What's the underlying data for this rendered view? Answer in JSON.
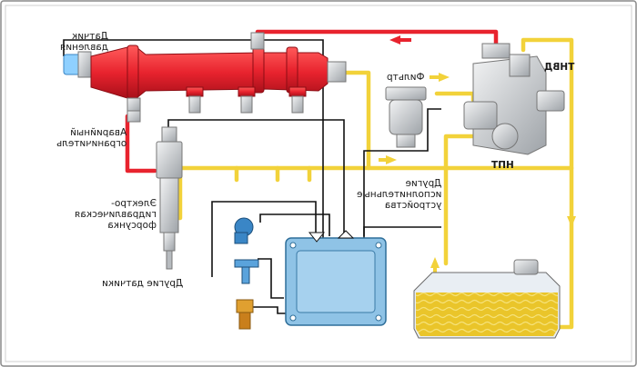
{
  "labels": {
    "pressure_sensor": [
      "Датчик",
      "давления"
    ],
    "limiter": [
      "Аварийный",
      "ограничитель"
    ],
    "injector": [
      "Электро-",
      "гидравлическая",
      "форсунка"
    ],
    "filter": "Фильтр",
    "hp_pump": "ТНВД",
    "lp_pump": "НПТ",
    "actuators": [
      "Другие",
      "исполнительные",
      "устройства"
    ],
    "other_sensors": "Другие датчики"
  },
  "colors": {
    "high_pressure": "#e8232e",
    "low_pressure": "#f2d23a",
    "control_wire": "#111111",
    "ecu": "#8fc3e6",
    "component_grey": "#c9ccd0",
    "fuel": "#eac52a",
    "frame": "#6b6b6b"
  }
}
